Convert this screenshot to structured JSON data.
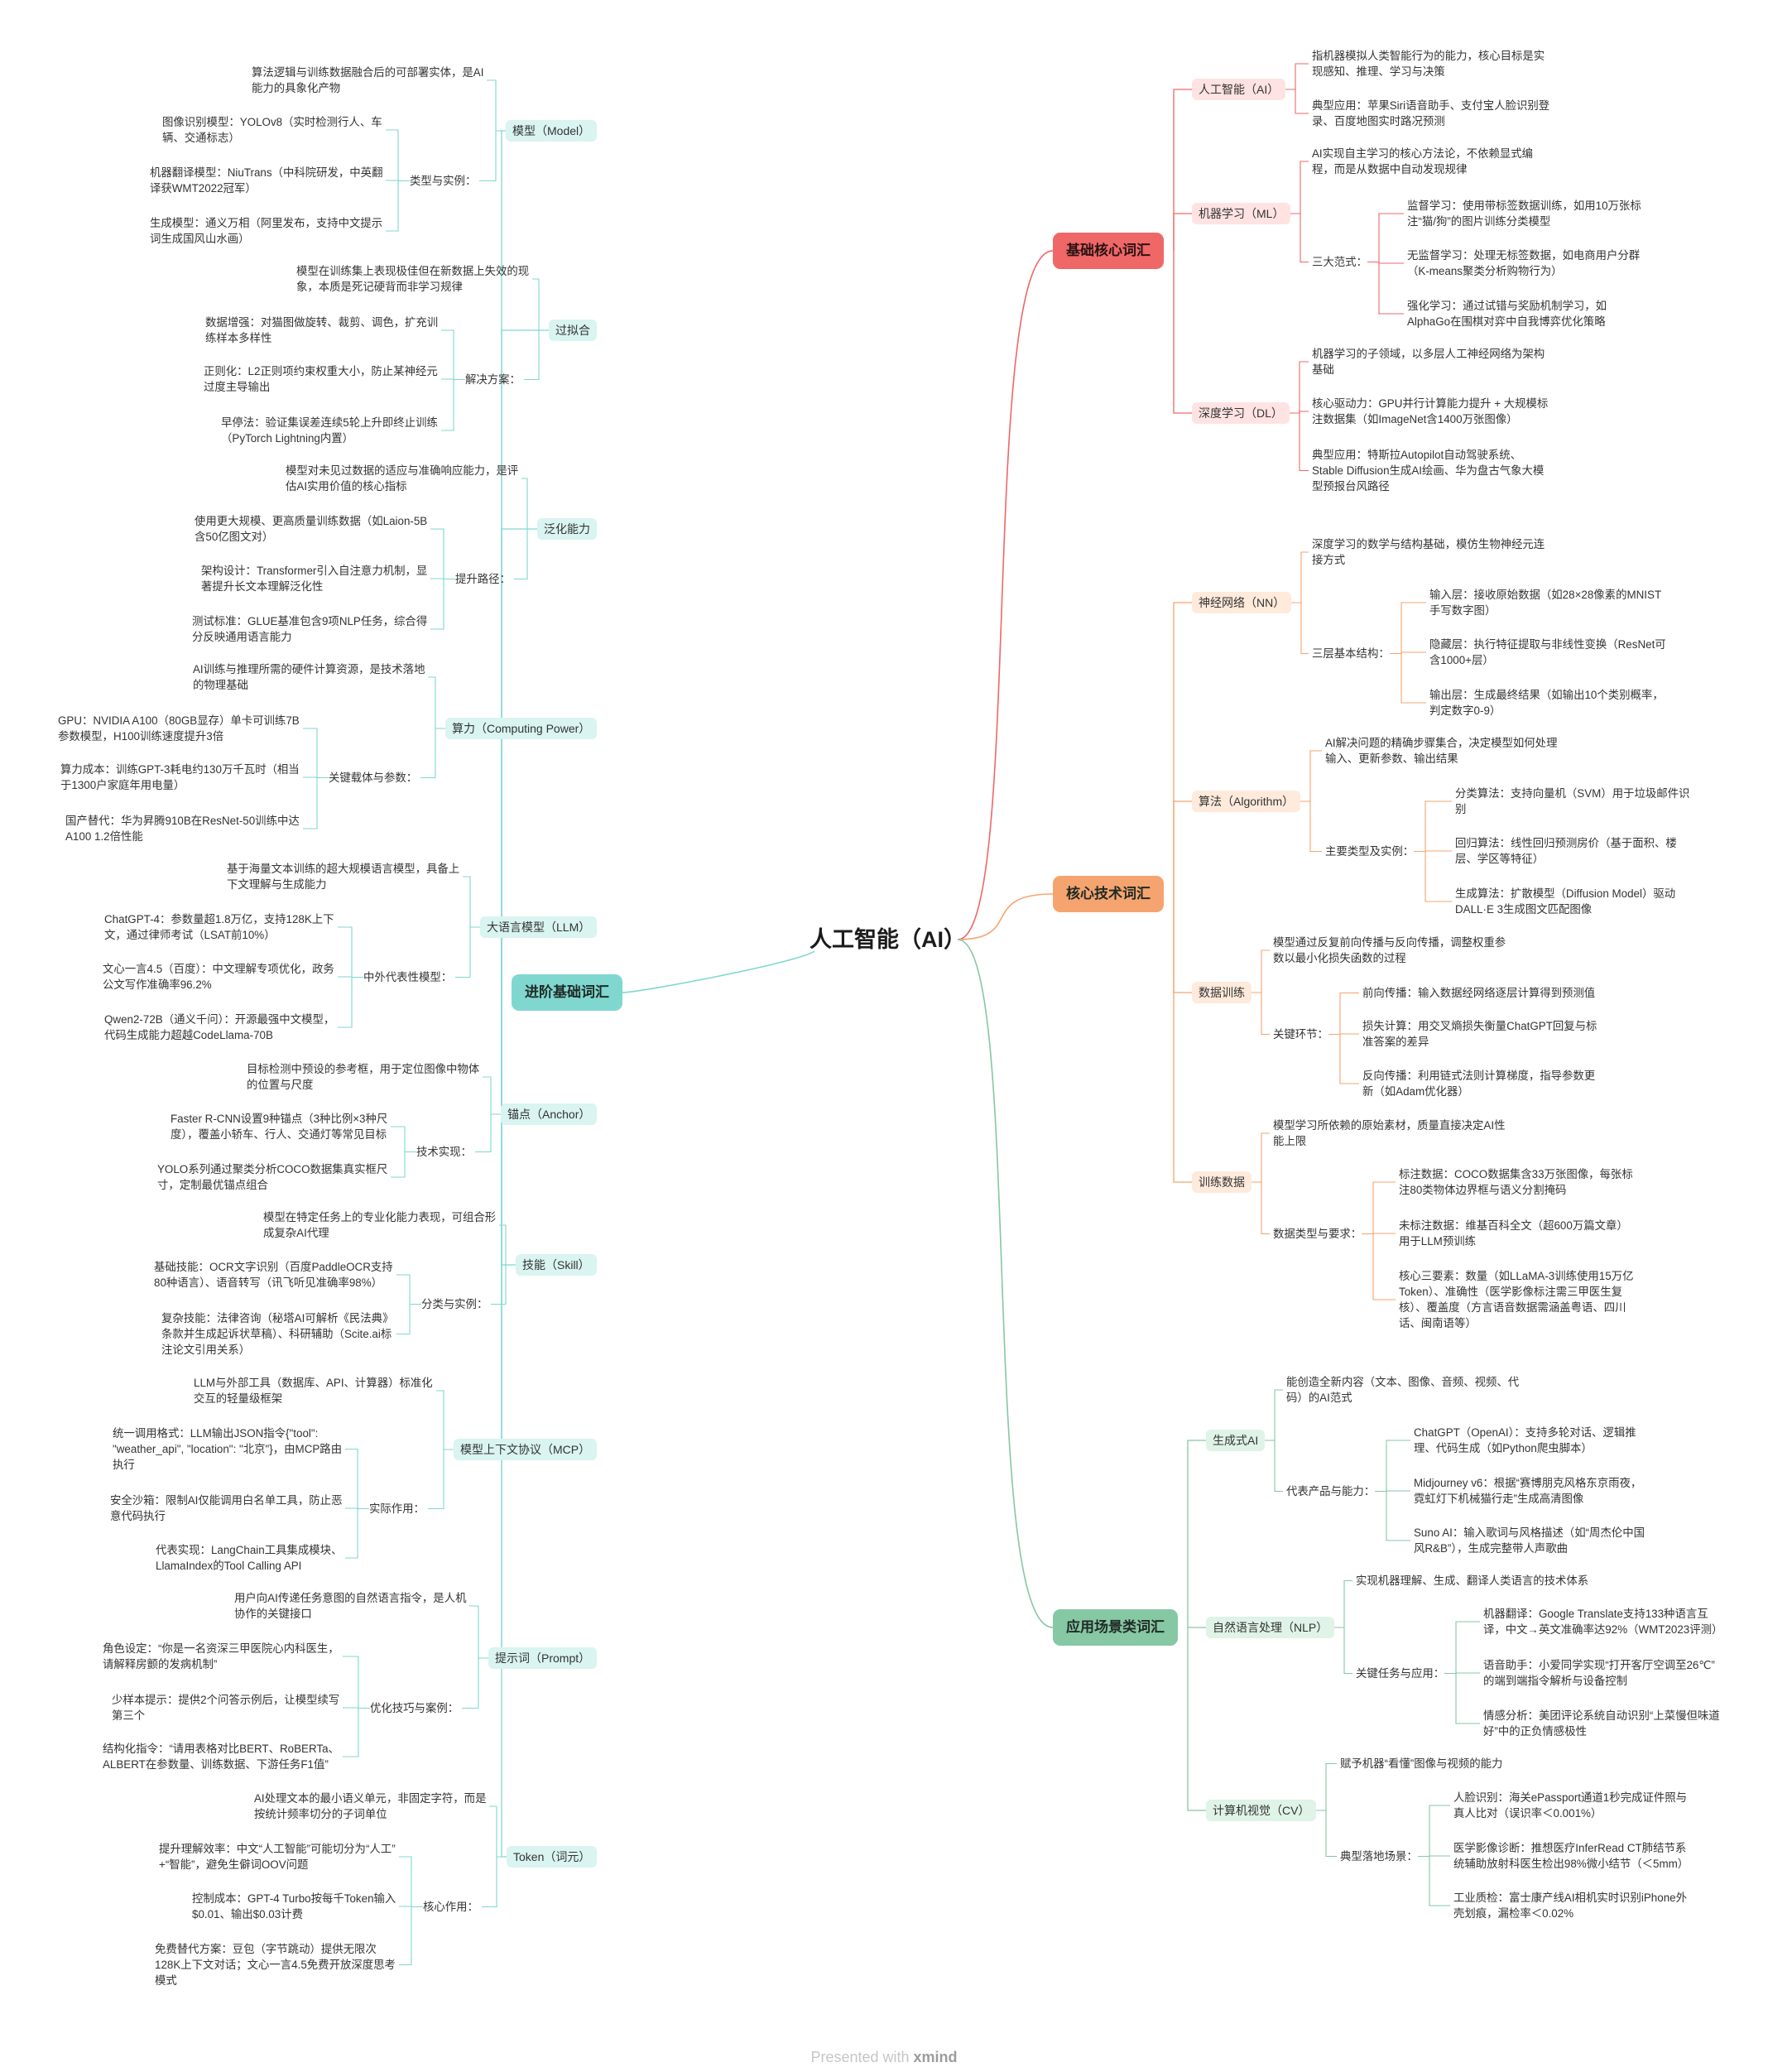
{
  "root": "人工智能（AI）",
  "footer": {
    "prefix": "Presented with",
    "brand": "xmind"
  },
  "colors": {
    "red": "#ef6767",
    "orange": "#f5a46f",
    "green": "#86c7a4",
    "teal": "#7fd7d0"
  },
  "branches": [
    {
      "id": "b1",
      "title": "基础核心词汇",
      "color": "red",
      "side": "right",
      "children": [
        {
          "label": "人工智能（AI）",
          "items": [
            {
              "text": "指机器模拟人类智能行为的能力，核心目标是实\n现感知、推理、学习与决策"
            },
            {
              "text": "典型应用：苹果Siri语音助手、支付宝人脸识别登\n录、百度地图实时路况预测"
            }
          ]
        },
        {
          "label": "机器学习（ML）",
          "items": [
            {
              "text": "AI实现自主学习的核心方法论，不依赖显式编\n程，而是从数据中自动发现规律"
            },
            {
              "text": "三大范式：",
              "items": [
                {
                  "text": "监督学习：使用带标签数据训练，如用10万张标\n注“猫/狗”的图片训练分类模型"
                },
                {
                  "text": "无监督学习：处理无标签数据，如电商用户分群\n（K-means聚类分析购物行为）"
                },
                {
                  "text": "强化学习：通过试错与奖励机制学习，如\nAlphaGo在围棋对弈中自我博弈优化策略"
                }
              ]
            }
          ]
        },
        {
          "label": "深度学习（DL）",
          "items": [
            {
              "text": "机器学习的子领域，以多层人工神经网络为架构\n基础"
            },
            {
              "text": "核心驱动力：GPU并行计算能力提升 + 大规模标\n注数据集（如ImageNet含1400万张图像）"
            },
            {
              "text": "典型应用：特斯拉Autopilot自动驾驶系统、\nStable Diffusion生成AI绘画、华为盘古气象大模\n型预报台风路径"
            }
          ]
        }
      ]
    },
    {
      "id": "b2",
      "title": "核心技术词汇",
      "color": "orange",
      "side": "right",
      "children": [
        {
          "label": "神经网络（NN）",
          "items": [
            {
              "text": "深度学习的数学与结构基础，模仿生物神经元连\n接方式"
            },
            {
              "text": "三层基本结构：",
              "items": [
                {
                  "text": "输入层：接收原始数据（如28×28像素的MNIST\n手写数字图）"
                },
                {
                  "text": "隐藏层：执行特征提取与非线性变换（ResNet可\n含1000+层）"
                },
                {
                  "text": "输出层：生成最终结果（如输出10个类别概率，\n判定数字0-9）"
                }
              ]
            }
          ]
        },
        {
          "label": "算法（Algorithm）",
          "items": [
            {
              "text": "AI解决问题的精确步骤集合，决定模型如何处理\n输入、更新参数、输出结果"
            },
            {
              "text": "主要类型及实例：",
              "items": [
                {
                  "text": "分类算法：支持向量机（SVM）用于垃圾邮件识\n别"
                },
                {
                  "text": "回归算法：线性回归预测房价（基于面积、楼\n层、学区等特征）"
                },
                {
                  "text": "生成算法：扩散模型（Diffusion Model）驱动\nDALL·E 3生成图文匹配图像"
                }
              ]
            }
          ]
        },
        {
          "label": "数据训练",
          "items": [
            {
              "text": "模型通过反复前向传播与反向传播，调整权重参\n数以最小化损失函数的过程"
            },
            {
              "text": "关键环节：",
              "items": [
                {
                  "text": "前向传播：输入数据经网络逐层计算得到预测值"
                },
                {
                  "text": "损失计算：用交叉熵损失衡量ChatGPT回复与标\n准答案的差异"
                },
                {
                  "text": "反向传播：利用链式法则计算梯度，指导参数更\n新（如Adam优化器）"
                }
              ]
            }
          ]
        },
        {
          "label": "训练数据",
          "items": [
            {
              "text": "模型学习所依赖的原始素材，质量直接决定AI性\n能上限"
            },
            {
              "text": "数据类型与要求：",
              "items": [
                {
                  "text": "标注数据：COCO数据集含33万张图像，每张标\n注80类物体边界框与语义分割掩码"
                },
                {
                  "text": "未标注数据：维基百科全文（超600万篇文章）\n用于LLM预训练"
                },
                {
                  "text": "核心三要素：数量（如LLaMA-3训练使用15万亿\nToken）、准确性（医学影像标注需三甲医生复\n核）、覆盖度（方言语音数据需涵盖粤语、四川\n话、闽南语等）"
                }
              ]
            }
          ]
        }
      ]
    },
    {
      "id": "b3",
      "title": "应用场景类词汇",
      "color": "green",
      "side": "right",
      "children": [
        {
          "label": "生成式AI",
          "items": [
            {
              "text": "能创造全新内容（文本、图像、音频、视频、代\n码）的AI范式"
            },
            {
              "text": "代表产品与能力：",
              "items": [
                {
                  "text": "ChatGPT（OpenAI）：支持多轮对话、逻辑推\n理、代码生成（如Python爬虫脚本）"
                },
                {
                  "text": "Midjourney v6：根据“赛博朋克风格东京雨夜，\n霓虹灯下机械猫行走”生成高清图像"
                },
                {
                  "text": "Suno AI：输入歌词与风格描述（如“周杰伦中国\n风R&B”），生成完整带人声歌曲"
                }
              ]
            }
          ]
        },
        {
          "label": "自然语言处理（NLP）",
          "items": [
            {
              "text": "实现机器理解、生成、翻译人类语言的技术体系"
            },
            {
              "text": "关键任务与应用：",
              "items": [
                {
                  "text": "机器翻译：Google Translate支持133种语言互\n译，中文→英文准确率达92%（WMT2023评测）"
                },
                {
                  "text": "语音助手：小爱同学实现“打开客厅空调至26℃”\n的端到端指令解析与设备控制"
                },
                {
                  "text": "情感分析：美团评论系统自动识别“上菜慢但味道\n好”中的正负情感极性"
                }
              ]
            }
          ]
        },
        {
          "label": "计算机视觉（CV）",
          "items": [
            {
              "text": "赋予机器“看懂”图像与视频的能力"
            },
            {
              "text": "典型落地场景：",
              "items": [
                {
                  "text": "人脸识别：海关ePassport通道1秒完成证件照与\n真人比对（误识率＜0.001%）"
                },
                {
                  "text": "医学影像诊断：推想医疗InferRead CT肺结节系\n统辅助放射科医生检出98%微小结节（＜5mm）"
                },
                {
                  "text": "工业质检：富士康产线AI相机实时识别iPhone外\n壳划痕，漏检率＜0.02%"
                }
              ]
            }
          ]
        }
      ]
    },
    {
      "id": "b4",
      "title": "进阶基础词汇",
      "color": "teal",
      "side": "left",
      "children": [
        {
          "label": "模型（Model）",
          "items": [
            {
              "text": "算法逻辑与训练数据融合后的可部署实体，是AI\n能力的具象化产物"
            },
            {
              "text": "类型与实例：",
              "items": [
                {
                  "text": "图像识别模型：YOLOv8（实时检测行人、车\n辆、交通标志）"
                },
                {
                  "text": "机器翻译模型：NiuTrans（中科院研发，中英翻\n译获WMT2022冠军）"
                },
                {
                  "text": "生成模型：通义万相（阿里发布，支持中文提示\n词生成国风山水画）"
                }
              ]
            }
          ]
        },
        {
          "label": "过拟合",
          "items": [
            {
              "text": "模型在训练集上表现极佳但在新数据上失效的现\n象，本质是死记硬背而非学习规律"
            },
            {
              "text": "解决方案：",
              "items": [
                {
                  "text": "数据增强：对猫图做旋转、裁剪、调色，扩充训\n练样本多样性"
                },
                {
                  "text": "正则化：L2正则项约束权重大小，防止某神经元\n过度主导输出"
                },
                {
                  "text": "早停法：验证集误差连续5轮上升即终止训练\n（PyTorch Lightning内置）"
                }
              ]
            }
          ]
        },
        {
          "label": "泛化能力",
          "items": [
            {
              "text": "模型对未见过数据的适应与准确响应能力，是评\n估AI实用价值的核心指标"
            },
            {
              "text": "提升路径：",
              "items": [
                {
                  "text": "使用更大规模、更高质量训练数据（如Laion-5B\n含50亿图文对）"
                },
                {
                  "text": "架构设计：Transformer引入自注意力机制，显\n著提升长文本理解泛化性"
                },
                {
                  "text": "测试标准：GLUE基准包含9项NLP任务，综合得\n分反映通用语言能力"
                }
              ]
            }
          ]
        },
        {
          "label": "算力（Computing Power）",
          "items": [
            {
              "text": "AI训练与推理所需的硬件计算资源，是技术落地\n的物理基础"
            },
            {
              "text": "关键载体与参数：",
              "items": [
                {
                  "text": "GPU：NVIDIA A100（80GB显存）单卡可训练7B\n参数模型，H100训练速度提升3倍"
                },
                {
                  "text": "算力成本：训练GPT-3耗电约130万千瓦时（相当\n于1300户家庭年用电量）"
                },
                {
                  "text": "国产替代：华为昇腾910B在ResNet-50训练中达\nA100 1.2倍性能"
                }
              ]
            }
          ]
        },
        {
          "label": "大语言模型（LLM）",
          "items": [
            {
              "text": "基于海量文本训练的超大规模语言模型，具备上\n下文理解与生成能力"
            },
            {
              "text": "中外代表性模型：",
              "items": [
                {
                  "text": "ChatGPT-4：参数量超1.8万亿，支持128K上下\n文，通过律师考试（LSAT前10%）"
                },
                {
                  "text": "文心一言4.5（百度）：中文理解专项优化，政务\n公文写作准确率96.2%"
                },
                {
                  "text": "Qwen2-72B（通义千问）：开源最强中文模型，\n代码生成能力超越CodeLlama-70B"
                }
              ]
            }
          ]
        },
        {
          "label": "锚点（Anchor）",
          "items": [
            {
              "text": "目标检测中预设的参考框，用于定位图像中物体\n的位置与尺度"
            },
            {
              "text": "技术实现：",
              "items": [
                {
                  "text": "Faster R-CNN设置9种锚点（3种比例×3种尺\n度），覆盖小轿车、行人、交通灯等常见目标"
                },
                {
                  "text": "YOLO系列通过聚类分析COCO数据集真实框尺\n寸，定制最优锚点组合"
                }
              ]
            }
          ]
        },
        {
          "label": "技能（Skill）",
          "items": [
            {
              "text": "模型在特定任务上的专业化能力表现，可组合形\n成复杂AI代理"
            },
            {
              "text": "分类与实例：",
              "items": [
                {
                  "text": "基础技能：OCR文字识别（百度PaddleOCR支持\n80种语言）、语音转写（讯飞听见准确率98%）"
                },
                {
                  "text": "复杂技能：法律咨询（秘塔AI可解析《民法典》\n条款并生成起诉状草稿）、科研辅助（Scite.ai标\n注论文引用关系）"
                }
              ]
            }
          ]
        },
        {
          "label": "模型上下文协议（MCP）",
          "items": [
            {
              "text": "LLM与外部工具（数据库、API、计算器）标准化\n交互的轻量级框架"
            },
            {
              "text": "实际作用：",
              "items": [
                {
                  "text": "统一调用格式：LLM输出JSON指令{\"tool\":\n\"weather_api\", \"location\": \"北京\"}，由MCP路由\n执行"
                },
                {
                  "text": "安全沙箱：限制AI仅能调用白名单工具，防止恶\n意代码执行"
                },
                {
                  "text": "代表实现：LangChain工具集成模块、\nLlamaIndex的Tool Calling API"
                }
              ]
            }
          ]
        },
        {
          "label": "提示词（Prompt）",
          "items": [
            {
              "text": "用户向AI传递任务意图的自然语言指令，是人机\n协作的关键接口"
            },
            {
              "text": "优化技巧与案例：",
              "items": [
                {
                  "text": "角色设定：“你是一名资深三甲医院心内科医生，\n请解释房颤的发病机制”"
                },
                {
                  "text": "少样本提示：提供2个问答示例后，让模型续写\n第三个"
                },
                {
                  "text": "结构化指令：“请用表格对比BERT、RoBERTa、\nALBERT在参数量、训练数据、下游任务F1值”"
                }
              ]
            }
          ]
        },
        {
          "label": "Token（词元）",
          "items": [
            {
              "text": "AI处理文本的最小语义单元，非固定字符，而是\n按统计频率切分的子词单位"
            },
            {
              "text": "核心作用：",
              "items": [
                {
                  "text": "提升理解效率：中文“人工智能”可能切分为“人工”\n+“智能”，避免生僻词OOV问题"
                },
                {
                  "text": "控制成本：GPT-4 Turbo按每千Token输入\n$0.01、输出$0.03计费"
                },
                {
                  "text": "免费替代方案：豆包（字节跳动）提供无限次\n128K上下文对话；文心一言4.5免费开放深度思考\n模式"
                }
              ]
            }
          ]
        }
      ]
    }
  ]
}
